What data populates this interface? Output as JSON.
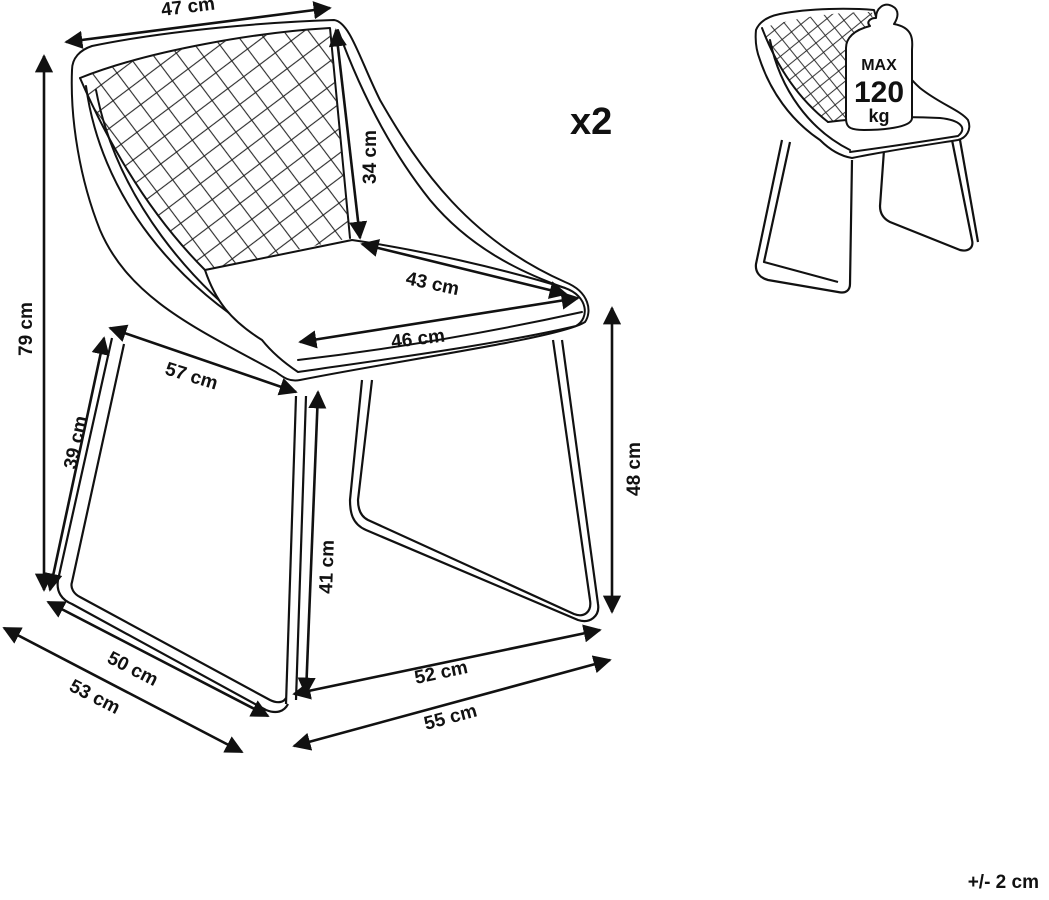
{
  "dimensions": {
    "backrest_width": "47 cm",
    "backrest_height": "34 cm",
    "seat_depth": "43 cm",
    "seat_width": "46 cm",
    "arm_depth": "57 cm",
    "total_height": "79 cm",
    "arm_height": "39 cm",
    "seat_height": "48 cm",
    "leg_height": "41 cm",
    "base_depth_inner": "50 cm",
    "base_depth_outer": "53 cm",
    "base_width_inner": "52 cm",
    "base_width_outer": "55 cm"
  },
  "quantity": "x2",
  "weight_badge": {
    "max": "MAX",
    "value": "120",
    "unit": "kg"
  },
  "tolerance": "+/- 2 cm"
}
